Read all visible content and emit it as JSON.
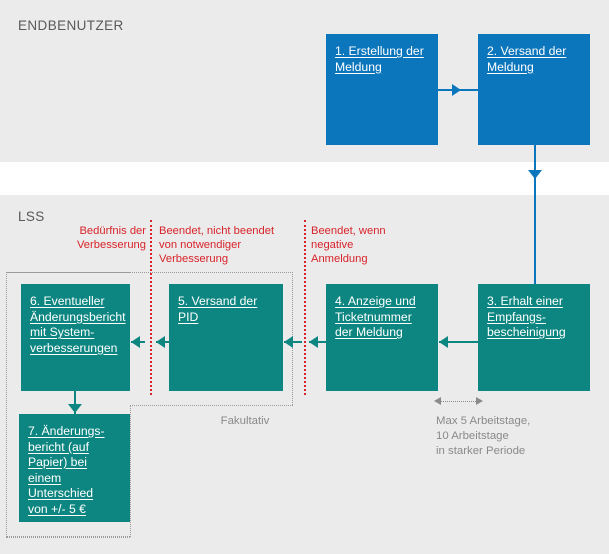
{
  "lanes": {
    "top_label": "ENDBENUTZER",
    "bottom_label": "LSS"
  },
  "colors": {
    "blue": "#0c76bc",
    "teal": "#0d8681",
    "red": "#d8232a",
    "band_gray": "#ebebeb",
    "note_gray": "#8a8a8a"
  },
  "boxes": {
    "b1": {
      "line1": "1. Erstellung der",
      "line2": "Meldung"
    },
    "b2": {
      "line1": "2. Versand der",
      "line2": "Meldung"
    },
    "b3": {
      "line1": "3. Erhalt einer",
      "line2": "Empfangs-",
      "line3": "bescheinigung"
    },
    "b4": {
      "line1": "4. Anzeige und",
      "line2": "Ticketnummer",
      "line3": "der Meldung"
    },
    "b5": {
      "line1": "5. Versand der",
      "line2": "PID"
    },
    "b6": {
      "line1": "6. Eventueller",
      "line2": "Änderungsbericht",
      "line3": "mit System-",
      "line4": "verbesserungen"
    },
    "b7": {
      "line1": "7. Änderungs-",
      "line2": "bericht (auf",
      "line3": "Papier) bei",
      "line4": "einem",
      "line5": "Unterschied",
      "line6": "von +/- 5 €"
    }
  },
  "conditions": {
    "c1": {
      "line1": "Bedürfnis der",
      "line2": "Verbesserung"
    },
    "c2": {
      "line1": "Beendet, nicht beendet",
      "line2": "von notwendiger",
      "line3": "Verbesserung"
    },
    "c3": {
      "line1": "Beendet, wenn",
      "line2": "negative",
      "line3": "Anmeldung"
    }
  },
  "notes": {
    "optional": "Fakultativ",
    "sla": {
      "line1": "Max 5 Arbeitstage,",
      "line2": "10 Arbeitstage",
      "line3": "in starker Periode"
    }
  }
}
